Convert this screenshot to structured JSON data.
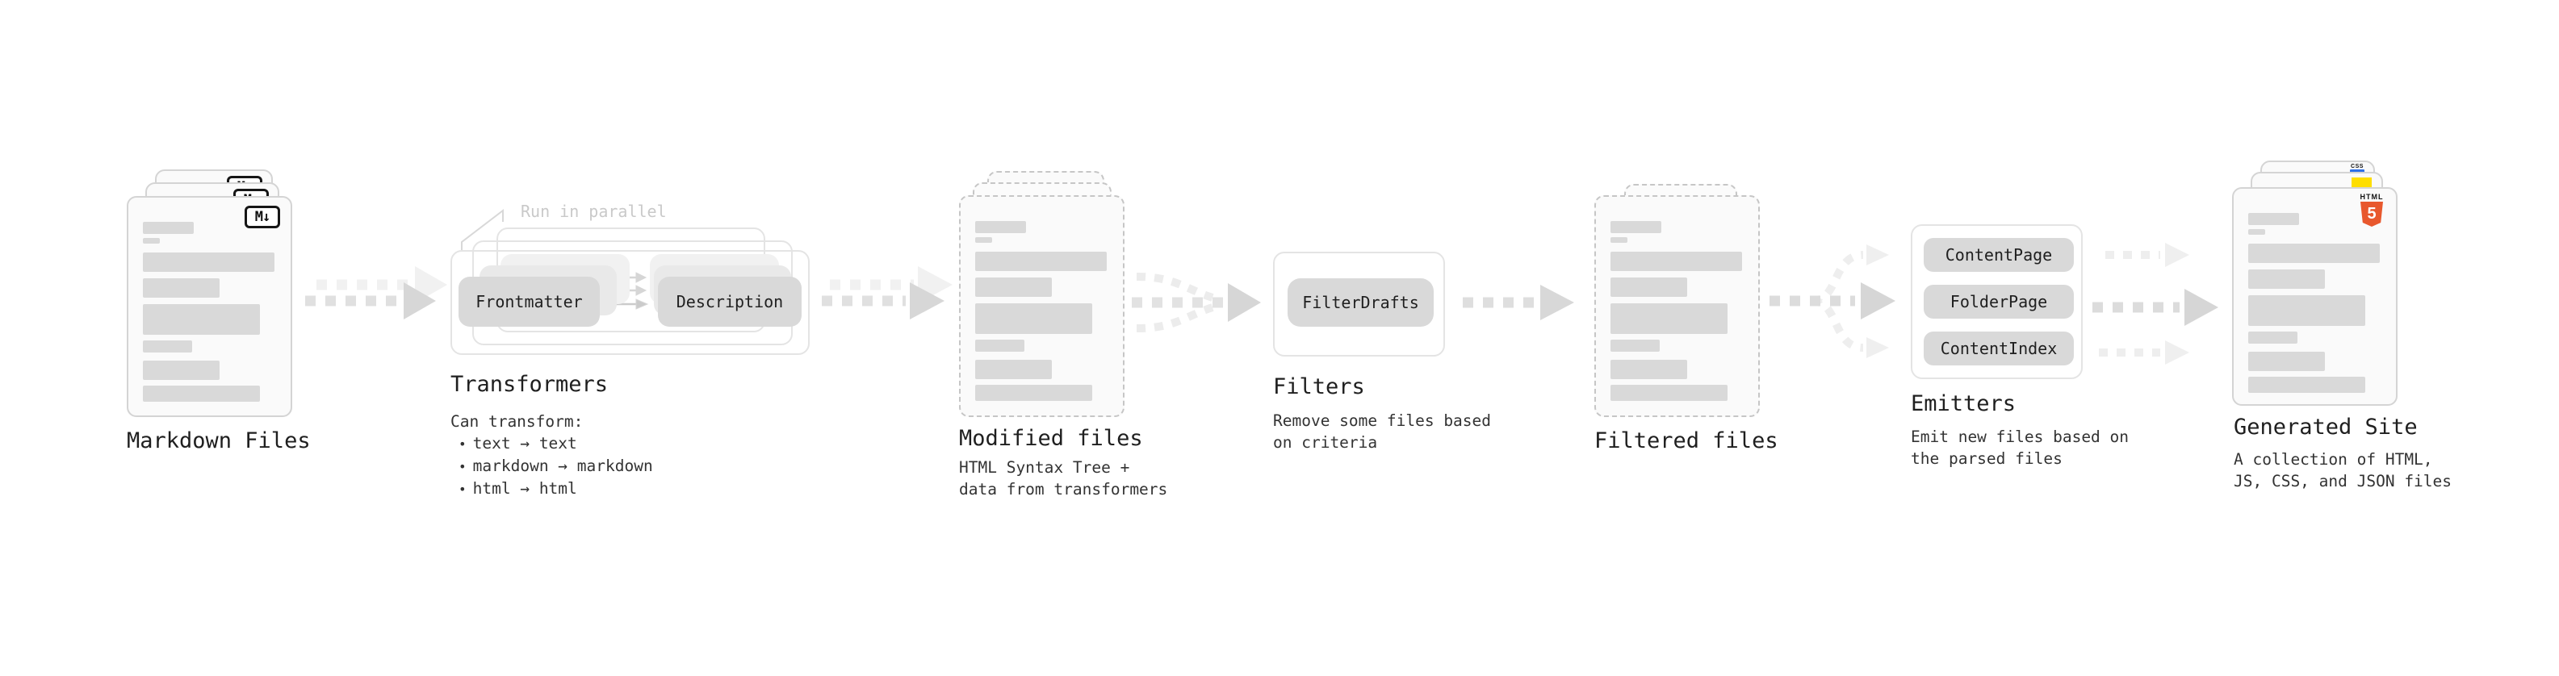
{
  "markdown_files": {
    "label": "Markdown Files",
    "badge": "M↓"
  },
  "transformers": {
    "label": "Transformers",
    "annotation": "Run in parallel",
    "box_left": "Frontmatter",
    "box_right": "Description",
    "desc_heading": "Can transform:",
    "bullet_glyph": "•",
    "bullets": [
      "text → text",
      "markdown → markdown",
      "html → html"
    ]
  },
  "modified_files": {
    "label": "Modified files",
    "desc1": "HTML Syntax Tree +",
    "desc2": "data from transformers"
  },
  "filters": {
    "label": "Filters",
    "box": "FilterDrafts",
    "desc1": "Remove some files based",
    "desc2": "on criteria"
  },
  "filtered_files": {
    "label": "Filtered files"
  },
  "emitters": {
    "label": "Emitters",
    "boxes": [
      "ContentPage",
      "FolderPage",
      "ContentIndex"
    ],
    "desc1": "Emit new files based on",
    "desc2": "the parsed files"
  },
  "generated_site": {
    "label": "Generated Site",
    "desc1": "A collection of HTML,",
    "desc2": "JS, CSS, and JSON files",
    "html_badge_word": "HTML",
    "html_badge_number": "5",
    "css_badge": "CSS"
  },
  "colors": {
    "html5_orange": "#e8582d",
    "js_yellow": "#fede00",
    "css_blue": "#2d6fe8",
    "card_fill": "#fafafa",
    "bar_gray": "#d9d9d9",
    "pill_gray": "#d9d9d9"
  }
}
